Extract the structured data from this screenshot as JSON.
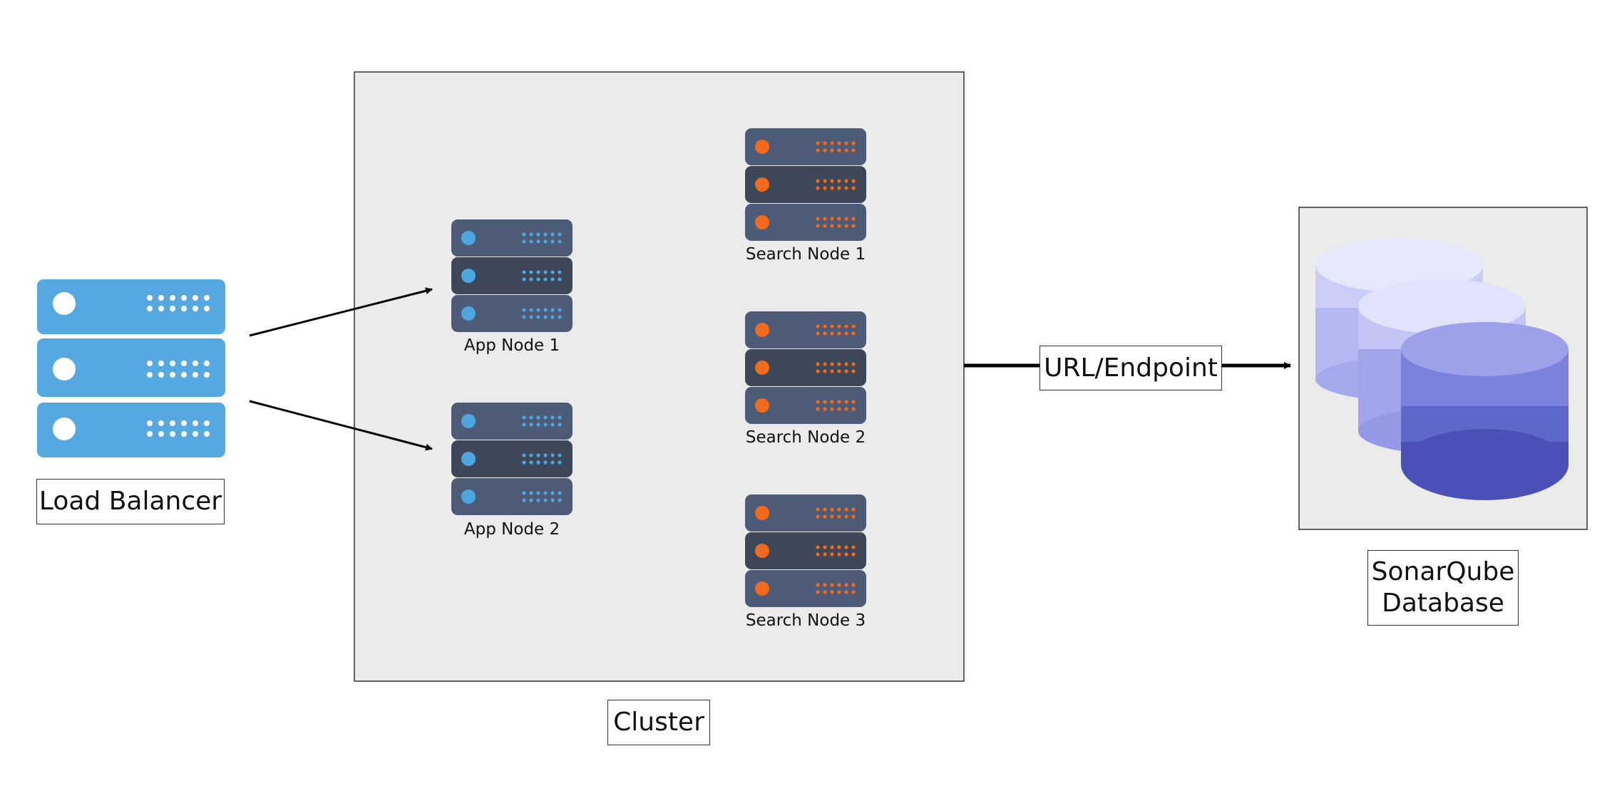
{
  "colors": {
    "cluster_fill": "#ebebeb",
    "server_dark": "#3d4757",
    "server_mid": "#4d5b77",
    "app_led": "#4ea6e0",
    "search_led": "#f26a1b",
    "load_balancer": "#55a8e0",
    "db_top": "#e6e8fb",
    "db_bottom": "#4a50b8"
  },
  "load_balancer": {
    "label": "Load Balancer",
    "icon": "server-rack-icon"
  },
  "cluster": {
    "label": "Cluster",
    "app_nodes": [
      {
        "label": "App Node 1"
      },
      {
        "label": "App Node 2"
      }
    ],
    "search_nodes": [
      {
        "label": "Search Node 1"
      },
      {
        "label": "Search Node 2"
      },
      {
        "label": "Search Node 3"
      }
    ]
  },
  "connection": {
    "label": "URL/Endpoint"
  },
  "database": {
    "line1": "SonarQube",
    "line2": "Database",
    "icon": "database-icon"
  }
}
